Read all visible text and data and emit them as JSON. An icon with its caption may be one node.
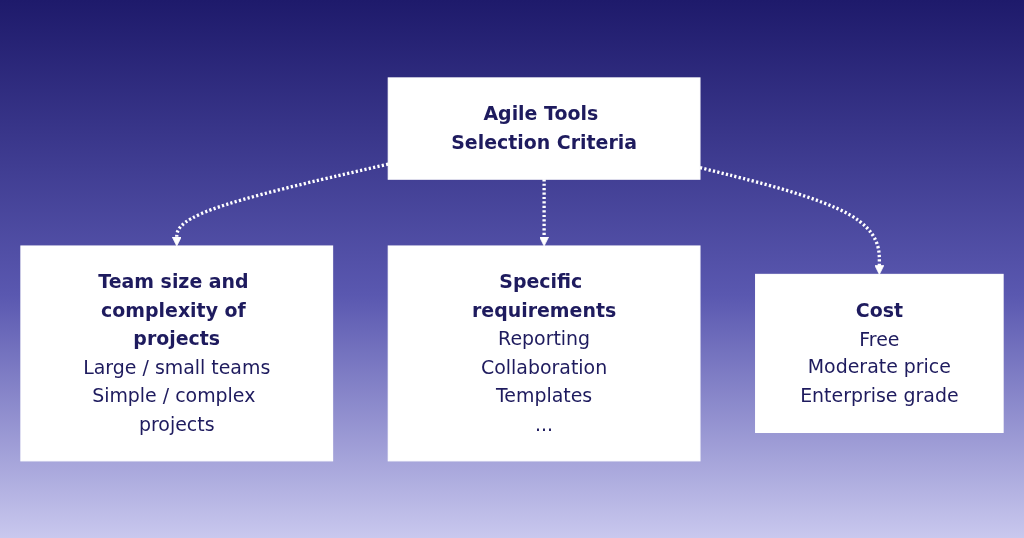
{
  "diagram": {
    "nodes": [
      {
        "text": [
          "Agile Tools Selection Criteria"
        ]
      },
      {
        "text": [
          "Team size and complexity of projects",
          "Large / small teams",
          "Simple / complex projects"
        ]
      },
      {
        "text": [
          "Specific requirements",
          "Reporting",
          "Collaboration",
          "Templates",
          "..."
        ]
      },
      {
        "text": [
          "Cost",
          "Free",
          "Moderate price",
          "Enterprise grade"
        ]
      }
    ],
    "edges": [
      {
        "from": 0,
        "to": 1,
        "arrow": "to",
        "style": "dashed"
      },
      {
        "from": 0,
        "to": 2,
        "arrow": "to",
        "style": "dashed"
      },
      {
        "from": 0,
        "to": 3,
        "arrow": "to",
        "style": "dashed"
      }
    ]
  }
}
